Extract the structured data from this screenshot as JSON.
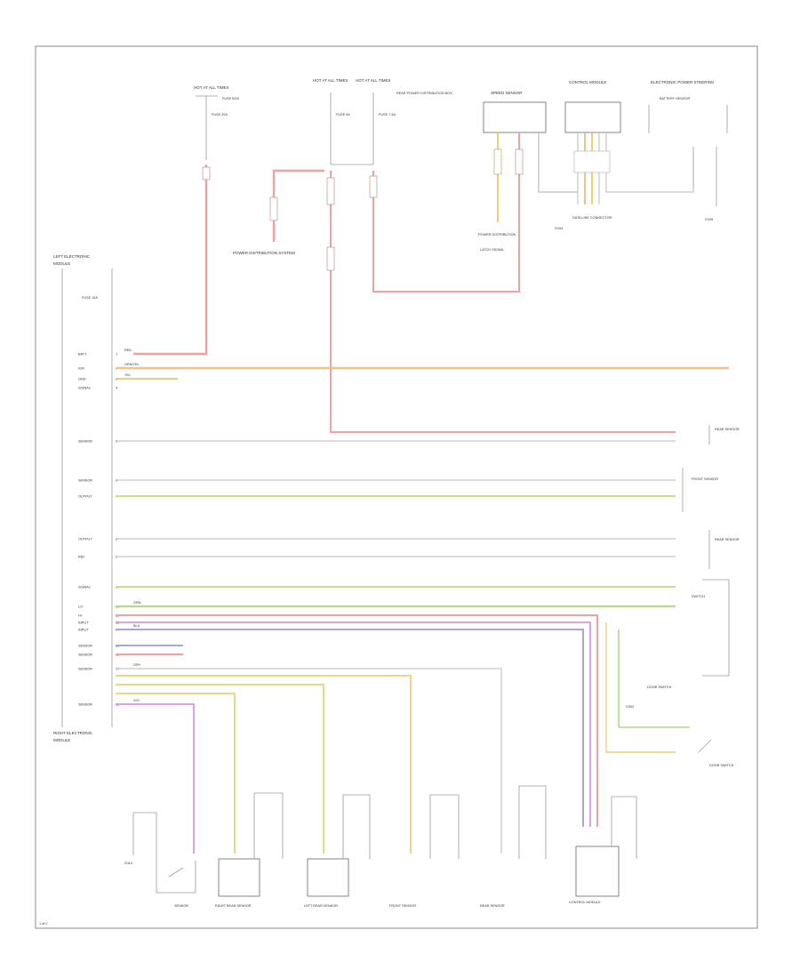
{
  "colors": {
    "red": "#f2a0a0",
    "orange": "#f6c088",
    "yellow": "#e8d276",
    "green": "#b0dc8e",
    "blue": "#a4a8e2",
    "violet": "#d898d8",
    "gray": "#c6c6c6",
    "frame": "#888888"
  },
  "header": {
    "hot_left": "HOT AT ALL TIMES",
    "hot_mid": "HOT AT ALL TIMES",
    "hot_right": "HOT AT ALL TIMES",
    "fuse_left": "FUSE 20A",
    "fuse_mid": "FUSE 5A",
    "fuse_right": "FUSE 7.5A",
    "fusebox_note": "FUSE BOX",
    "fusebox_mid_note": "REAR POWER DISTRIBUTION BOX",
    "dist_label": "POWER DISTRIBUTION SYSTEM",
    "sensor_box": "SPEED SENSOR",
    "control_box": "CONTROL MODULE",
    "right_module": "ELECTRONIC POWER STEERING",
    "right_module_sub": "BATTERY SENSOR",
    "data_links": "DATA LINK CONNECTOR",
    "ground_top": "G104",
    "ground_right": "G105",
    "note_left_a": "POWER DISTRIBUTION",
    "note_left_b": "LATCH SIGNAL"
  },
  "left_module": {
    "title": "LEFT ELECTRONIC",
    "subtitle": "MODULE",
    "fuse": "FUSE 15A",
    "pins": [
      {
        "label": "BATT",
        "num": "1"
      },
      {
        "label": "IGN",
        "num": "2"
      },
      {
        "label": "GND",
        "num": "3"
      },
      {
        "label": "SIGNAL",
        "num": "4"
      },
      {
        "label": "SENSOR",
        "num": "5"
      },
      {
        "label": "SENSOR",
        "num": "6"
      },
      {
        "label": "OUTPUT",
        "num": "7"
      },
      {
        "label": "OUTPUT",
        "num": "8"
      },
      {
        "label": "REF",
        "num": "9"
      },
      {
        "label": "SIGNAL",
        "num": "10"
      },
      {
        "label": "LO",
        "num": "11"
      },
      {
        "label": "HI",
        "num": "12"
      },
      {
        "label": "INPUT",
        "num": "13"
      },
      {
        "label": "INPUT",
        "num": "14"
      },
      {
        "label": "SENSOR",
        "num": "15"
      },
      {
        "label": "SENSOR",
        "num": "16"
      },
      {
        "label": "SENSOR",
        "num": "17"
      },
      {
        "label": "SENSOR",
        "num": "18"
      }
    ],
    "footer_a": "RIGHT ELECTRONIC",
    "footer_b": "MODULE"
  },
  "wires": {
    "red": "RED",
    "orange": "ORN/YEL",
    "yellow": "YEL",
    "green": "GRN",
    "blue": "BLU",
    "violet": "VIO",
    "gray": "GRY"
  },
  "right_labels": {
    "module_a": "REAR SENSOR",
    "module_b": "FRONT SENSOR",
    "module_c": "REAR SENSOR",
    "module_d": "SWITCH",
    "switch": "DOOR SWITCH",
    "ground": "G302",
    "note": "DOOR SWITCH"
  },
  "bottom": {
    "comp1": "SENSOR",
    "comp2": "RIGHT REAR SENSOR",
    "comp3": "LEFT REAR SENSOR",
    "comp4": "FRONT SENSOR",
    "comp5": "REAR SENSOR",
    "comp6": "CONTROL MODULE",
    "ground": "G110"
  },
  "page": {
    "mark": "1 of 2"
  }
}
